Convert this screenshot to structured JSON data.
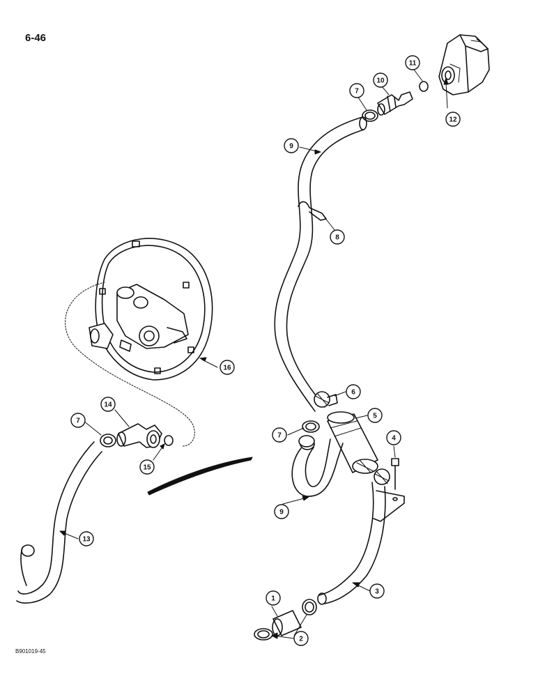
{
  "page_number": "6-46",
  "figure_id": "B901019-45",
  "callouts": [
    {
      "key": "c1",
      "label": "1"
    },
    {
      "key": "c2",
      "label": "2"
    },
    {
      "key": "c3",
      "label": "3"
    },
    {
      "key": "c4",
      "label": "4"
    },
    {
      "key": "c5",
      "label": "5"
    },
    {
      "key": "c6",
      "label": "6"
    },
    {
      "key": "c7a",
      "label": "7"
    },
    {
      "key": "c7b",
      "label": "7"
    },
    {
      "key": "c7c",
      "label": "7"
    },
    {
      "key": "c8",
      "label": "8"
    },
    {
      "key": "c9a",
      "label": "9"
    },
    {
      "key": "c9b",
      "label": "9"
    },
    {
      "key": "c10",
      "label": "10"
    },
    {
      "key": "c11",
      "label": "11"
    },
    {
      "key": "c12",
      "label": "12"
    },
    {
      "key": "c13",
      "label": "13"
    },
    {
      "key": "c14",
      "label": "14"
    },
    {
      "key": "c15",
      "label": "15"
    },
    {
      "key": "c16",
      "label": "16"
    }
  ]
}
